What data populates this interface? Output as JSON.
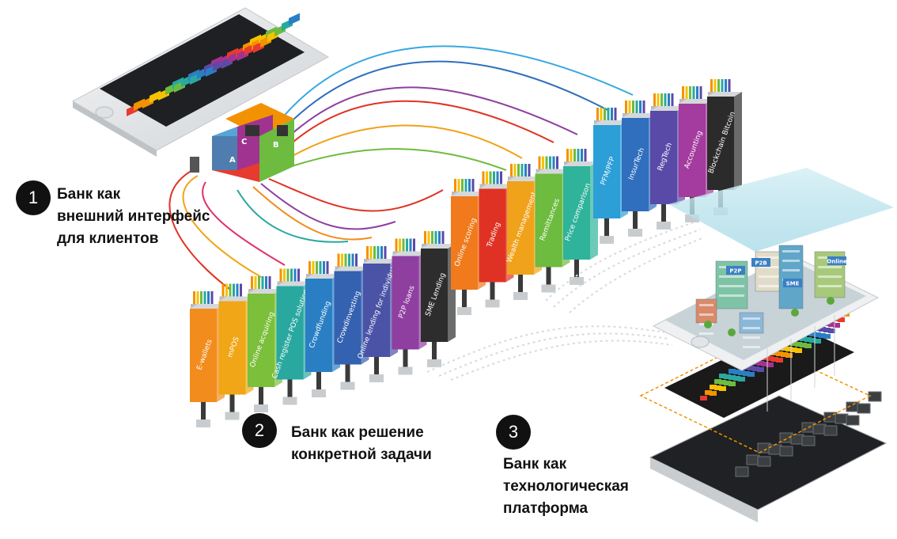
{
  "models": [
    {
      "number": "1",
      "caption": "Банк как\nвнешний интерфейс\nдля клиентов"
    },
    {
      "number": "2",
      "caption": "Банк как  решение\nконкретной задачи"
    },
    {
      "number": "3",
      "caption": "Банк как\nтехнологическая\nплатформа"
    }
  ],
  "cube_labels": [
    "A",
    "B",
    "C"
  ],
  "modules_row_front": [
    {
      "label": "E-wallets",
      "color": "#f28c1c"
    },
    {
      "label": "mPOS",
      "color": "#f0a616"
    },
    {
      "label": "Online acquiring",
      "color": "#7bbf3a"
    },
    {
      "label": "Cash register POS solutions",
      "color": "#29a8a0"
    },
    {
      "label": "Crowdfunding",
      "color": "#2a7fc4"
    },
    {
      "label": "Crowdinvesting",
      "color": "#3461b0"
    },
    {
      "label": "Online lending for individuals",
      "color": "#4a53a6"
    },
    {
      "label": "P2P loans",
      "color": "#8e3fa0"
    },
    {
      "label": "SME Lending",
      "color": "#2d2d2d"
    }
  ],
  "modules_row_middle": [
    {
      "label": "Online scoring",
      "color": "#f07a1c"
    },
    {
      "label": "Trading",
      "color": "#e03224"
    },
    {
      "label": "Wealth management",
      "color": "#f0a21a"
    },
    {
      "label": "Remittances",
      "color": "#6dbb3f"
    },
    {
      "label": "Price comparison",
      "color": "#2fb39a"
    }
  ],
  "modules_row_back": [
    {
      "label": "PFM/PFP",
      "color": "#2b9fd6"
    },
    {
      "label": "InsurTech",
      "color": "#2f6fbd"
    },
    {
      "label": "RegTech",
      "color": "#5a4aa8"
    },
    {
      "label": "Accounting",
      "color": "#a43b9e"
    },
    {
      "label": "Blockchain Bitcoin",
      "color": "#2b2b2b"
    }
  ],
  "city_signs": [
    "P2P",
    "P2B",
    "SME",
    "Online"
  ],
  "colors": {
    "badge": "#111111",
    "text": "#111111",
    "phone_frame": "#e6e8ea",
    "phone_screen": "#2a2c2e",
    "glass": "#bfe6ef"
  }
}
